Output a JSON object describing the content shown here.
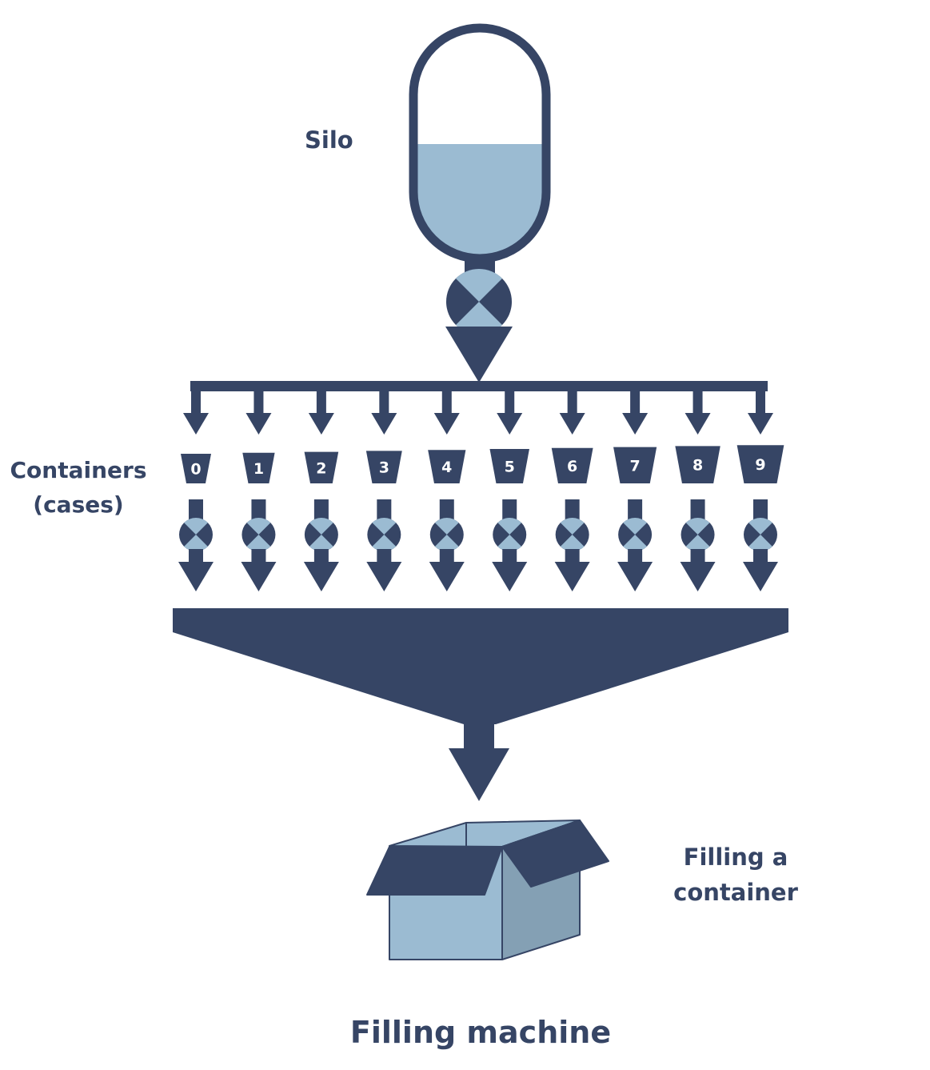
{
  "labels": {
    "silo": "Silo",
    "containers_line1": "Containers",
    "containers_line2": "(cases)",
    "filling_line1": "Filling a",
    "filling_line2": "container",
    "title": "Filling machine"
  },
  "containers": [
    "0",
    "1",
    "2",
    "3",
    "4",
    "5",
    "6",
    "7",
    "8",
    "9"
  ],
  "silo_fill_level": 0.55,
  "colors": {
    "dark": "#364565",
    "light": "#9bbbd2",
    "box_side": "#84a0b4",
    "background": "#ffffff"
  }
}
